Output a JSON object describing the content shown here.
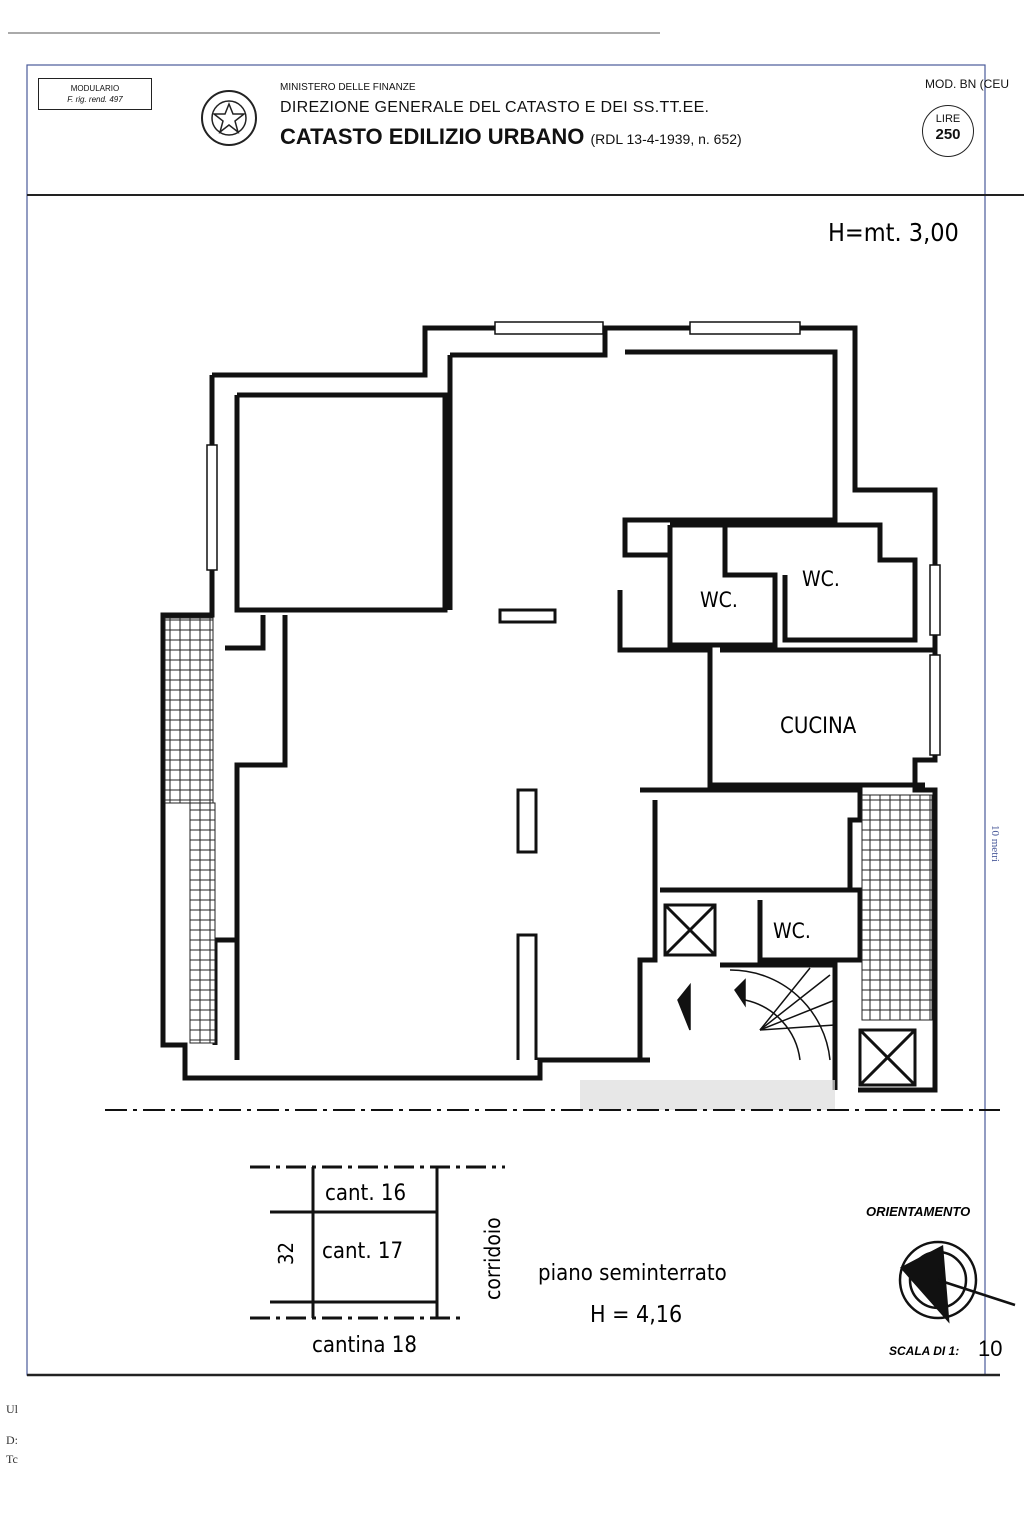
{
  "header": {
    "modulario": "MODULARIO",
    "modulario_sub": "F. rig. rend. 497",
    "ministero": "MINISTERO DELLE FINANZE",
    "direzione": "DIREZIONE GENERALE DEL CATASTO E DEI SS.TT.EE.",
    "catasto": "CATASTO EDILIZIO URBANO",
    "rdl": "(RDL 13-4-1939, n. 652)",
    "mod": "MOD. BN (CEU",
    "lire_label": "LIRE",
    "lire_value": "250"
  },
  "plan": {
    "height_main": "H=mt. 3,00",
    "rooms": {
      "wc1": "WC.",
      "wc2": "WC.",
      "wc3": "WC.",
      "cucina": "CUCINA"
    },
    "scale_side": "10 metri"
  },
  "basement": {
    "cant16": "cant. 16",
    "cant17": "cant. 17",
    "cantina18": "cantina 18",
    "corridoio": "corridoio",
    "dim": "32",
    "title": "piano seminterrato",
    "height": "H = 4,16"
  },
  "footer": {
    "orientamento": "ORIENTAMENTO",
    "scala": "SCALA DI 1:",
    "scala_value": "10",
    "left_fragments": [
      "Ul",
      "D:",
      "Tc"
    ]
  }
}
